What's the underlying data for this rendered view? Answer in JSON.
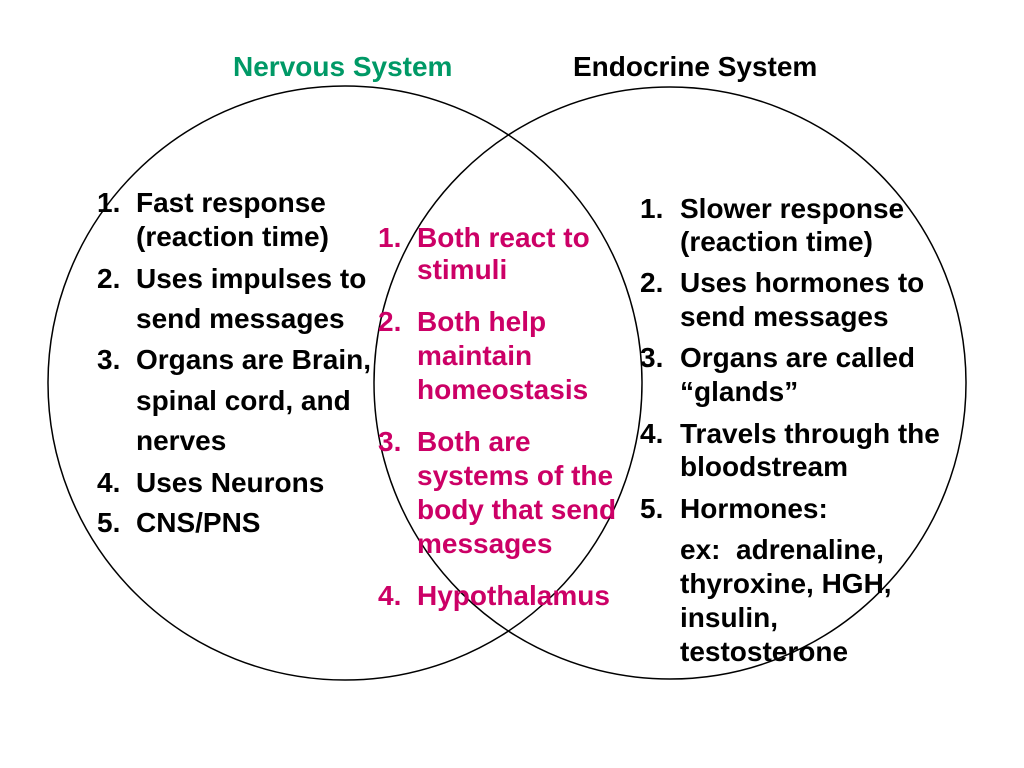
{
  "colors": {
    "background": "#ffffff",
    "nervous_title": "#009966",
    "endocrine_title": "#000000",
    "shared_text": "#cc0066",
    "default_text": "#000000",
    "circle_stroke": "#000000"
  },
  "nervous": {
    "title": "Nervous System",
    "items": [
      {
        "number": "1.",
        "lines": [
          "Fast response",
          "(reaction time)"
        ]
      },
      {
        "number": "2.",
        "lines": [
          "Uses impulses to",
          "send messages"
        ]
      },
      {
        "number": "3.",
        "lines": [
          "Organs are Brain,",
          "spinal cord, and",
          "nerves"
        ]
      },
      {
        "number": "4.",
        "lines": [
          "Uses Neurons"
        ]
      },
      {
        "number": "5.",
        "lines": [
          "CNS/PNS"
        ]
      }
    ]
  },
  "shared": {
    "items": [
      {
        "number": "1.",
        "lines": [
          "Both react to",
          "stimuli"
        ]
      },
      {
        "number": "2.",
        "lines": [
          "Both help",
          "maintain",
          "homeostasis"
        ]
      },
      {
        "number": "3.",
        "lines": [
          "Both are",
          "systems of the",
          "body that send",
          "messages"
        ]
      },
      {
        "number": "4.",
        "lines": [
          "Hypothalamus"
        ]
      }
    ]
  },
  "endocrine": {
    "title": "Endocrine System",
    "items": [
      {
        "number": "1.",
        "lines": [
          "Slower response",
          "(reaction time)"
        ]
      },
      {
        "number": "2.",
        "lines": [
          "Uses hormones to",
          "send messages"
        ]
      },
      {
        "number": "3.",
        "lines": [
          "Organs are called",
          "“glands”"
        ]
      },
      {
        "number": "4.",
        "lines": [
          "Travels through the",
          "bloodstream"
        ]
      },
      {
        "number": "5.",
        "lines": [
          "Hormones:",
          "ex:  adrenaline,",
          "thyroxine, HGH,",
          "insulin,",
          "testosterone"
        ]
      }
    ]
  }
}
